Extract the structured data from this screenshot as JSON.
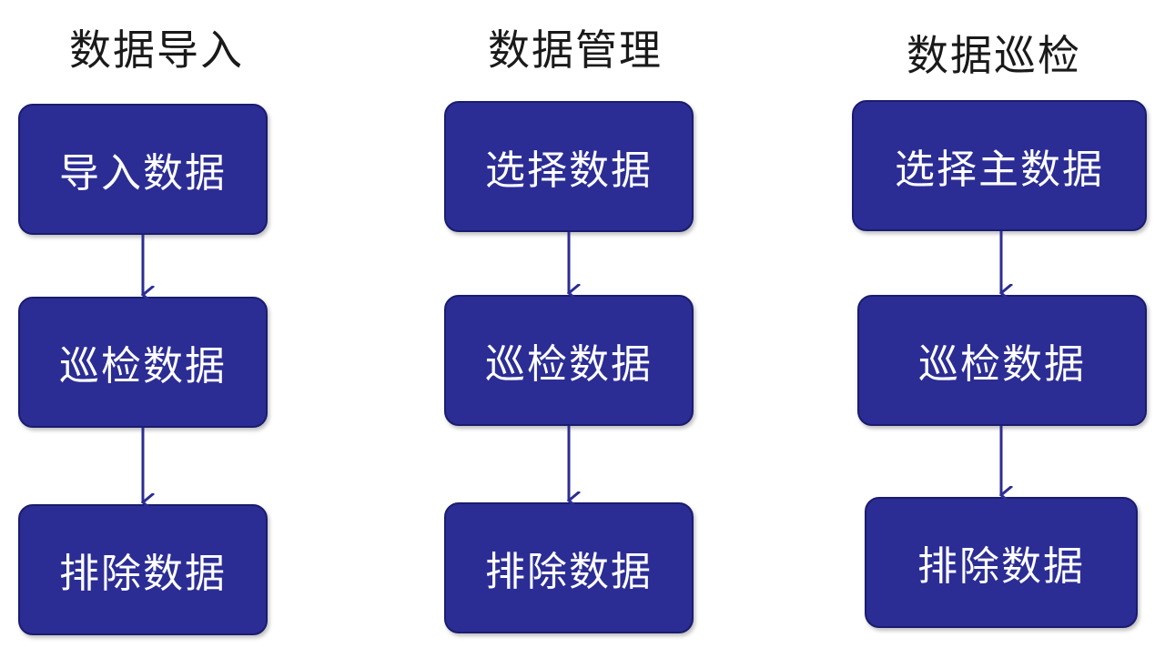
{
  "columns": [
    {
      "title": "数据导入",
      "steps": [
        "导入数据",
        "巡检数据",
        "排除数据"
      ]
    },
    {
      "title": "数据管理",
      "steps": [
        "选择数据",
        "巡检数据",
        "排除数据"
      ]
    },
    {
      "title": "数据巡检",
      "steps": [
        "选择主数据",
        "巡检数据",
        "排除数据"
      ]
    }
  ],
  "colors": {
    "box_fill": "#2b2d94",
    "arrow": "#2b2d94",
    "title_text": "#1a1a1a",
    "box_text": "#ffffff"
  }
}
